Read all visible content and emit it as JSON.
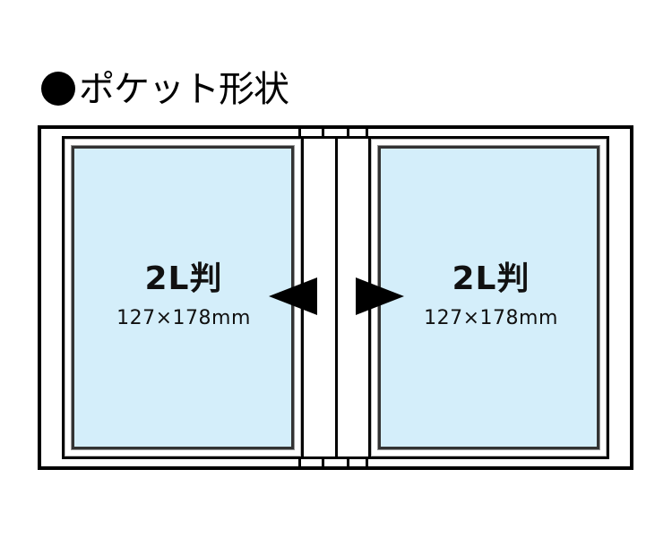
{
  "title": {
    "bullet": "●",
    "text": "ポケット形状"
  },
  "diagram": {
    "left_pocket": {
      "size_label": "2L判",
      "dimensions": "127×178mm"
    },
    "right_pocket": {
      "size_label": "2L判",
      "dimensions": "127×178mm"
    },
    "colors": {
      "photo_fill": "#d4eefa",
      "frame": "#000000",
      "background": "#ffffff"
    },
    "arrows": {
      "left": "arrow-pointing-left",
      "right": "arrow-pointing-right"
    }
  }
}
